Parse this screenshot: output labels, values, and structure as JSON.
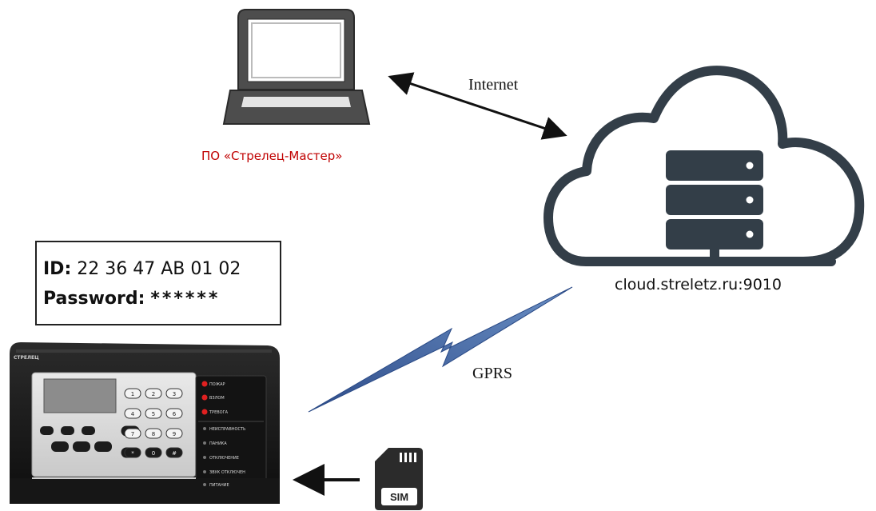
{
  "software": {
    "label": "ПО «Стрелец-Мастер»",
    "label_color": "#c00000"
  },
  "links": {
    "internet_label": "Internet",
    "gprs_label": "GPRS"
  },
  "cloud": {
    "address": "cloud.streletz.ru:9010",
    "server_color": "#333e48"
  },
  "credentials": {
    "id_label": "ID:",
    "id_value": "22 36 47 AB 01 02",
    "password_label": "Password:",
    "password_value": "******"
  },
  "sim": {
    "label": "SIM"
  },
  "device": {
    "brand": "СТРЕЛЕЦ",
    "indicators": [
      "ПОЖАР",
      "ВЗЛОМ",
      "ТРЕВОГА",
      "НЕИСПРАВНОСТЬ",
      "ПАНИКА",
      "ОТКЛЮЧЕНИЕ",
      "ЗВУК ОТКЛЮЧЕН",
      "ПИТАНИЕ"
    ],
    "keys": [
      "1",
      "2",
      "3",
      "4",
      "5",
      "6",
      "7",
      "8",
      "9",
      "*",
      "0",
      "#"
    ]
  }
}
